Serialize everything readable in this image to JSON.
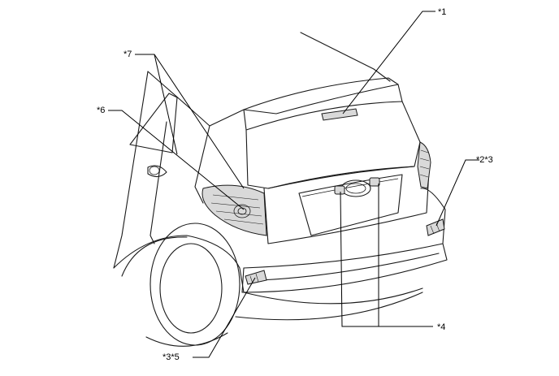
{
  "callouts": {
    "c1": "*1",
    "c2": "*2*3",
    "c3": "*3*5",
    "c4": "*4",
    "c6": "*6",
    "c7": "*7"
  },
  "colors": {
    "line": "#1a1a1a",
    "background": "#ffffff",
    "lamp_shade": "#d9d9d9"
  }
}
